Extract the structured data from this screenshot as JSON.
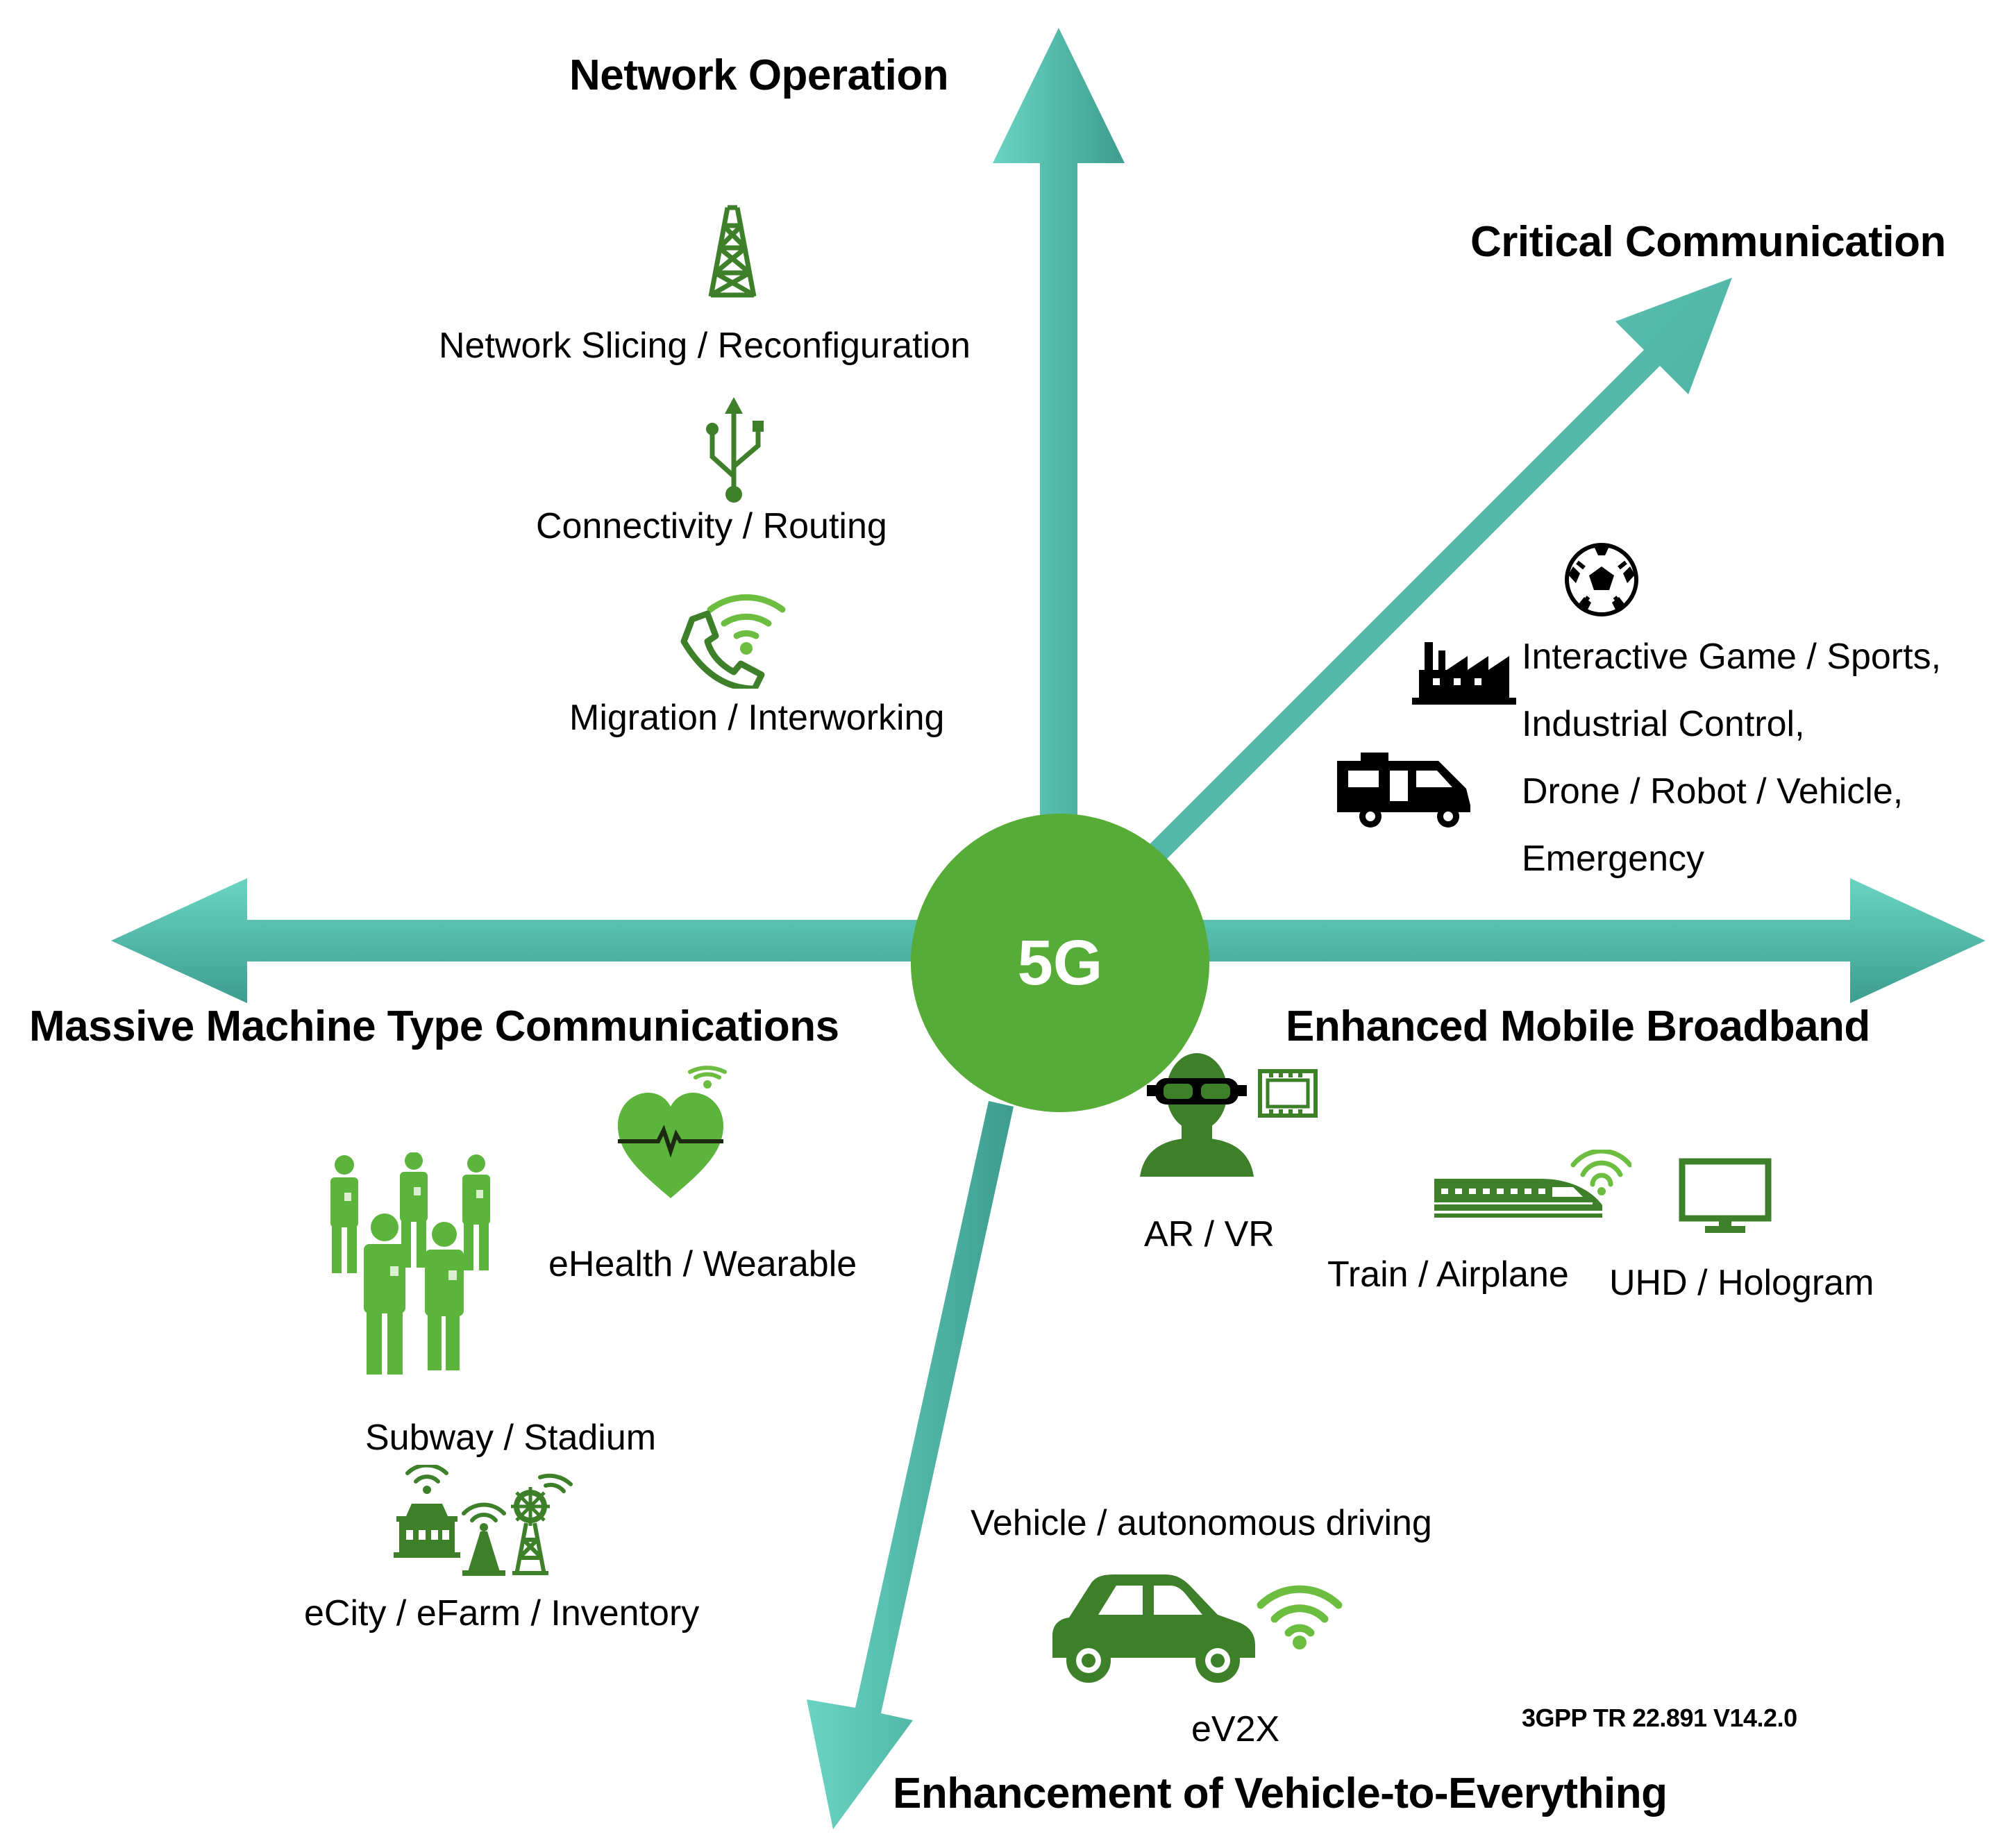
{
  "center_label": "5G",
  "axes": {
    "network_operation": "Network Operation",
    "critical_communication": "Critical Communication",
    "massive_mtc": "Massive Machine Type Communications",
    "enhanced_mobile_broadband": "Enhanced Mobile Broadband",
    "ev2x": "Enhancement of Vehicle-to-Everything"
  },
  "network_operation_items": {
    "slicing": "Network Slicing / Reconfiguration",
    "connectivity": "Connectivity / Routing",
    "migration": "Migration / Interworking"
  },
  "critical_items": [
    "Interactive Game / Sports,",
    "Industrial Control,",
    "Drone / Robot / Vehicle,",
    "Emergency"
  ],
  "mmtc_items": {
    "ehealth": "eHealth / Wearable",
    "subway": "Subway / Stadium",
    "ecity": "eCity / eFarm / Inventory"
  },
  "embb_items": {
    "arvr": "AR / VR",
    "train": "Train / Airplane",
    "uhd": "UHD / Hologram"
  },
  "ev2x_items": {
    "vehicle": "Vehicle / autonomous driving",
    "ev2x": "eV2X"
  },
  "reference": "3GPP TR 22.891 V14.2.0",
  "colors": {
    "axis": "#4fc1b0",
    "center": "#56ac36",
    "icon_dark_green": "#3e7f2a",
    "icon_light_green": "#5cb43c",
    "icon_black": "#000000"
  },
  "icons": [
    "transmission-tower-icon",
    "usb-icon",
    "phone-wifi-icon",
    "soccer-ball-icon",
    "factory-icon",
    "rv-truck-icon",
    "heart-pulse-wifi-icon",
    "people-group-icon",
    "house-wifi-icon",
    "antenna-wifi-icon",
    "windmill-wifi-icon",
    "vr-headset-person-icon",
    "film-icon",
    "bullet-train-icon",
    "monitor-icon",
    "car-icon",
    "wifi-icon"
  ]
}
